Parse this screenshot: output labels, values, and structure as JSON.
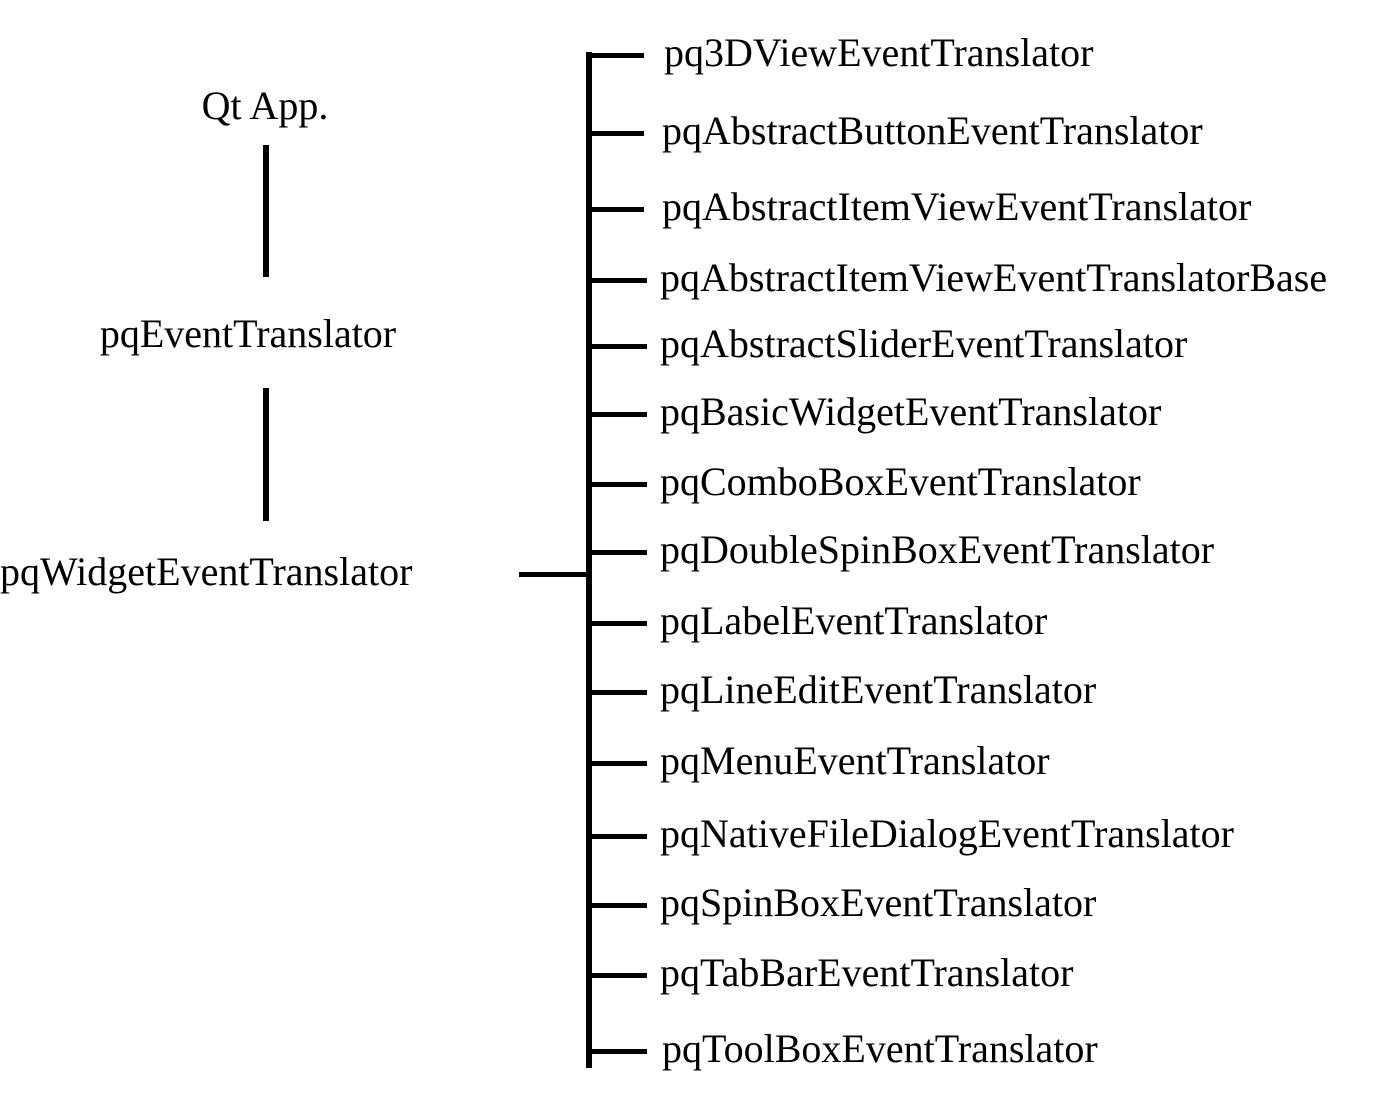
{
  "hierarchy": {
    "root": "Qt App.",
    "base": "pqEventTranslator",
    "widget": "pqWidgetEventTranslator"
  },
  "children": [
    "pq3DViewEventTranslator",
    "pqAbstractButtonEventTranslator",
    "pqAbstractItemViewEventTranslator",
    "pqAbstractItemViewEventTranslatorBase",
    "pqAbstractSliderEventTranslator",
    "pqBasicWidgetEventTranslator",
    "pqComboBoxEventTranslator",
    "pqDoubleSpinBoxEventTranslator",
    "pqLabelEventTranslator",
    "pqLineEditEventTranslator",
    "pqMenuEventTranslator",
    "pqNativeFileDialogEventTranslator",
    "pqSpinBoxEventTranslator",
    "pqTabBarEventTranslator",
    "pqToolBoxEventTranslator"
  ],
  "colors": {
    "line": "#000000",
    "text": "#000000",
    "background": "#ffffff"
  }
}
